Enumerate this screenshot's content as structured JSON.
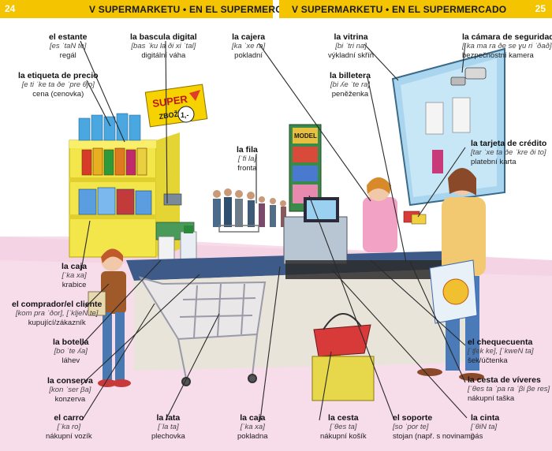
{
  "header": {
    "left_page": "24",
    "right_page": "25",
    "left_title": "V SUPERMARKETU • EN EL SUPERMERCADO",
    "right_title": "V SUPERMARKETU • EN EL SUPERMERCADO"
  },
  "signs": {
    "super": "SUPER",
    "zbozi": "ZBOŽÍ",
    "price": "1,-",
    "model": "MODEL"
  },
  "labels": {
    "estante": {
      "es": "el estante",
      "ph": "[es ˈtaN te]",
      "cz": "regál"
    },
    "bascula": {
      "es": "la bascula digital",
      "ph": "[bas ˈku la ði xi ˈtal]",
      "cz": "digitální váha"
    },
    "cajera": {
      "es": "la cajera",
      "ph": "[ka ˈxe ra]",
      "cz": "pokladní"
    },
    "vitrina": {
      "es": "la vitrina",
      "ph": "[bi ˈtri na]",
      "cz": "výkladní skříň"
    },
    "camara": {
      "es": "la cámara  de seguridad",
      "ph": "[ˈka ma ra ðe se ɣu ri ˈðað]",
      "cz": "bezpečnostní kamera"
    },
    "etiqueta": {
      "es": "la etiqueta de precio",
      "ph": "[e ti ˈke ta ðe ˈpre θjo]",
      "cz": "cena (cenovka)"
    },
    "billetera": {
      "es": "la billetera",
      "ph": "[bi ʎe ˈte ra]",
      "cz": "peněženka"
    },
    "fila": {
      "es": "la fila",
      "ph": "[ˈfi la]",
      "cz": "fronta"
    },
    "tarjeta": {
      "es": "la tarjeta de crédito",
      "ph": "[tar ˈxe ta ðe ˈkre ði to]",
      "cz": "platební karta"
    },
    "caja_box": {
      "es": "la caja",
      "ph": "[ˈka xa]",
      "cz": "krabice"
    },
    "comprador": {
      "es": "el comprador/el cliente",
      "ph": "[kom pra ˈðor], [ˈkljeN te]",
      "cz": "kupující/zákazník"
    },
    "botella": {
      "es": "la botella",
      "ph": "[bo ˈte ʎa]",
      "cz": "láhev"
    },
    "conserva": {
      "es": "la conserva",
      "ph": "[kon ˈser βa]",
      "cz": "konzerva"
    },
    "cheque": {
      "es": "el chequecuenta",
      "ph": "[ˈʧek ke], [ˈkweN ta]",
      "cz": "šek/účtenka"
    },
    "cesta_viveres": {
      "es": "la cesta de víveres",
      "ph": "[ˈθes ta ˈpa ra ˈβi βe res]",
      "cz": "nákupní taška"
    },
    "cinta": {
      "es": "la cinta",
      "ph": "[ˈθiN ta]",
      "cz": "pás"
    },
    "carro": {
      "es": "el carro",
      "ph": "[ˈka ro]",
      "cz": "nákupní vozík"
    },
    "lata": {
      "es": "la lata",
      "ph": "[ˈla ta]",
      "cz": "plechovka"
    },
    "caja_reg": {
      "es": "la caja",
      "ph": "[ˈka xa]",
      "cz": "pokladna"
    },
    "cesta": {
      "es": "la cesta",
      "ph": "[ˈθes ta]",
      "cz": "nákupní košík"
    },
    "soporte": {
      "es": "el soporte",
      "ph": "[so ˈpor te]",
      "cz": "stojan (např. s novinami)"
    }
  }
}
